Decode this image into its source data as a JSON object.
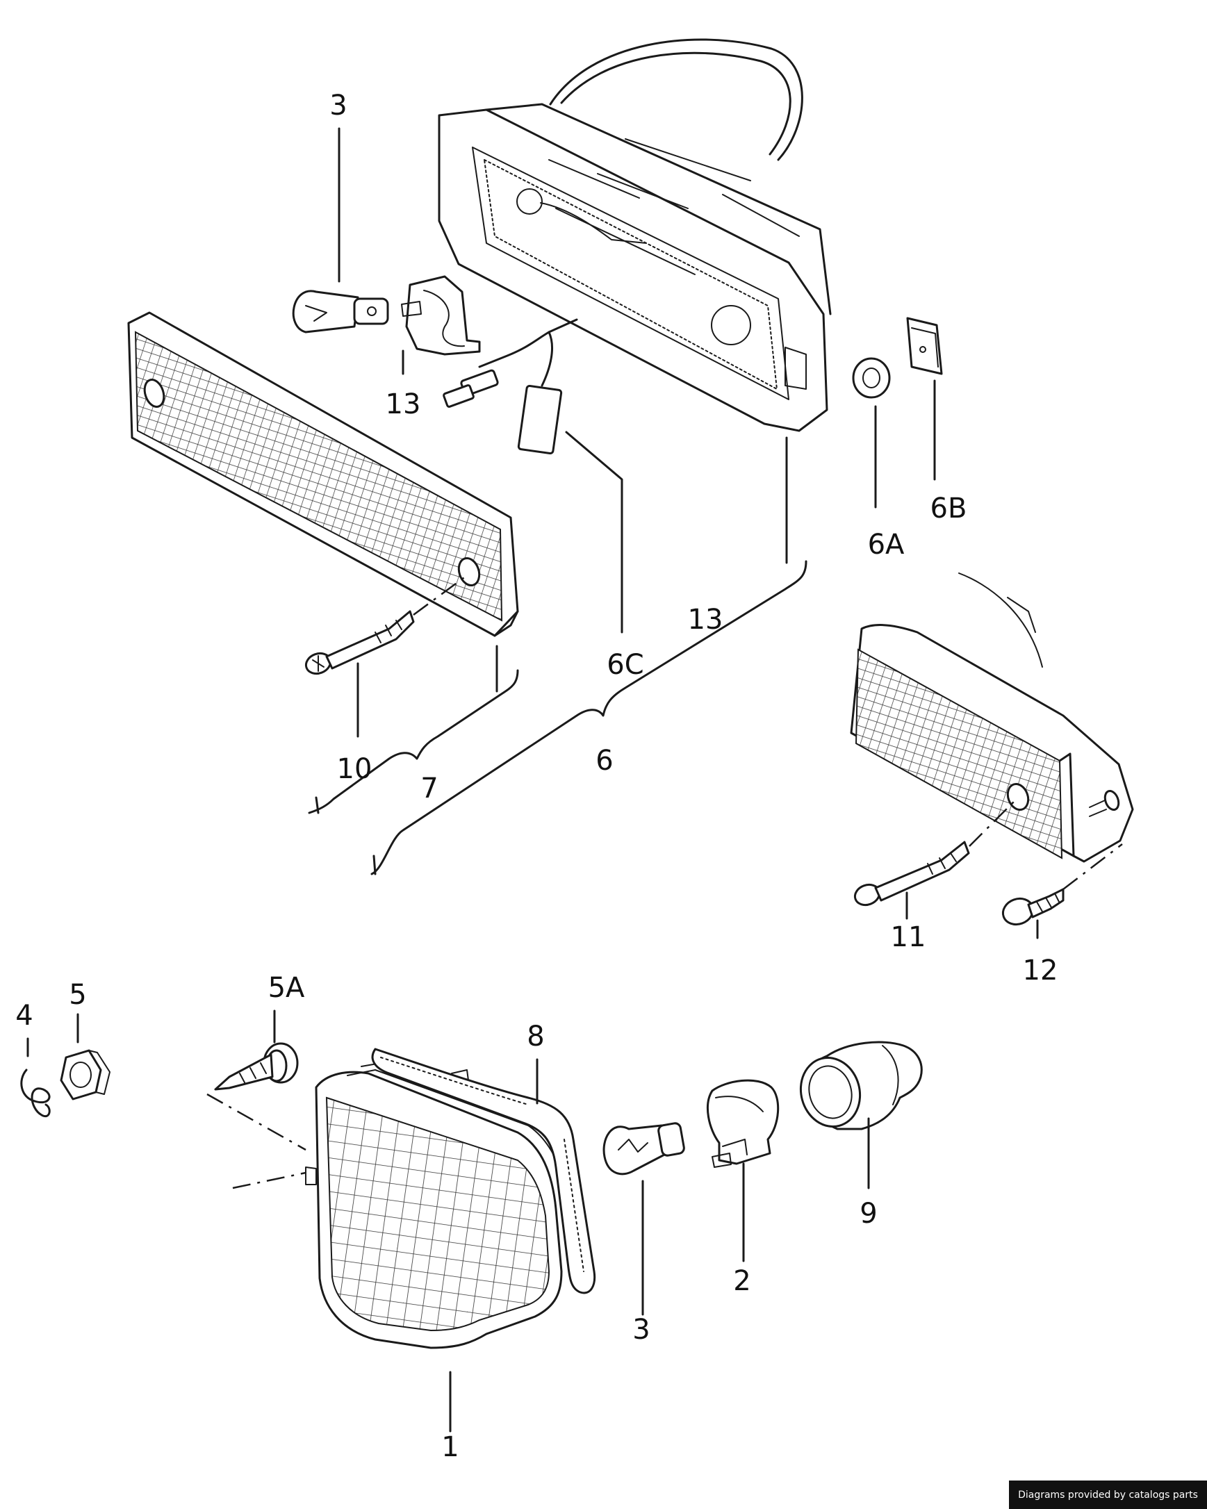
{
  "labels": {
    "l1": "1",
    "l2": "2",
    "l3_top": "3",
    "l3_bottom": "3",
    "l4": "4",
    "l5": "5",
    "l5a": "5A",
    "l6": "6",
    "l6a": "6A",
    "l6b": "6B",
    "l6c": "6C",
    "l7": "7",
    "l8": "8",
    "l9": "9",
    "l10": "10",
    "l11": "11",
    "l12": "12",
    "l13_top": "13",
    "l13_mid": "13"
  },
  "footer": {
    "credit": "Diagrams provided by catalogs parts"
  }
}
